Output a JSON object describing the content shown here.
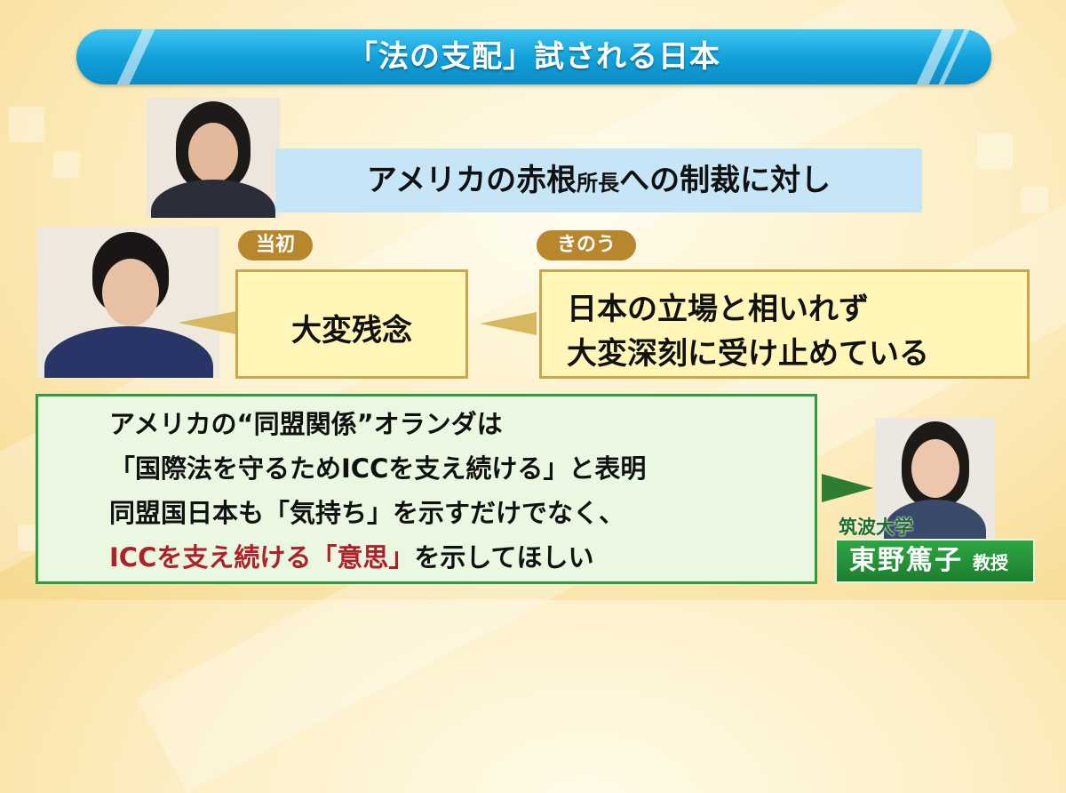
{
  "title": "「法の支配」試される日本",
  "statement": {
    "prefix": "アメリカの赤根",
    "small": "所長",
    "suffix": "への制裁に対し"
  },
  "tags": {
    "initial": "当初",
    "yesterday": "きのう"
  },
  "initial_reaction": "大変残念",
  "yesterday_reaction": {
    "line1": "日本の立場と相いれず",
    "line2": "大変深刻に受け止めている"
  },
  "comment": {
    "line1": "アメリカの“同盟関係”オランダは",
    "line2": "「国際法を守るためICCを支え続ける」と表明",
    "line3": "同盟国日本も「気持ち」を示すだけでなく、",
    "line4_red": "ICCを支え続ける「意思」",
    "line4_rest": "を示してほしい"
  },
  "speaker": {
    "affiliation": "筑波大学",
    "name": "東野篤子",
    "title": "教授"
  },
  "colors": {
    "banner": "#119fd9",
    "statement_bg": "#c6e6f7",
    "tag": "#b8862c",
    "yellow_box": "#fff6b8",
    "yellow_border": "#c9a64a",
    "green_box": "#eaf8e1",
    "green_border": "#2f9a3f",
    "accent_red": "#b0202a"
  }
}
